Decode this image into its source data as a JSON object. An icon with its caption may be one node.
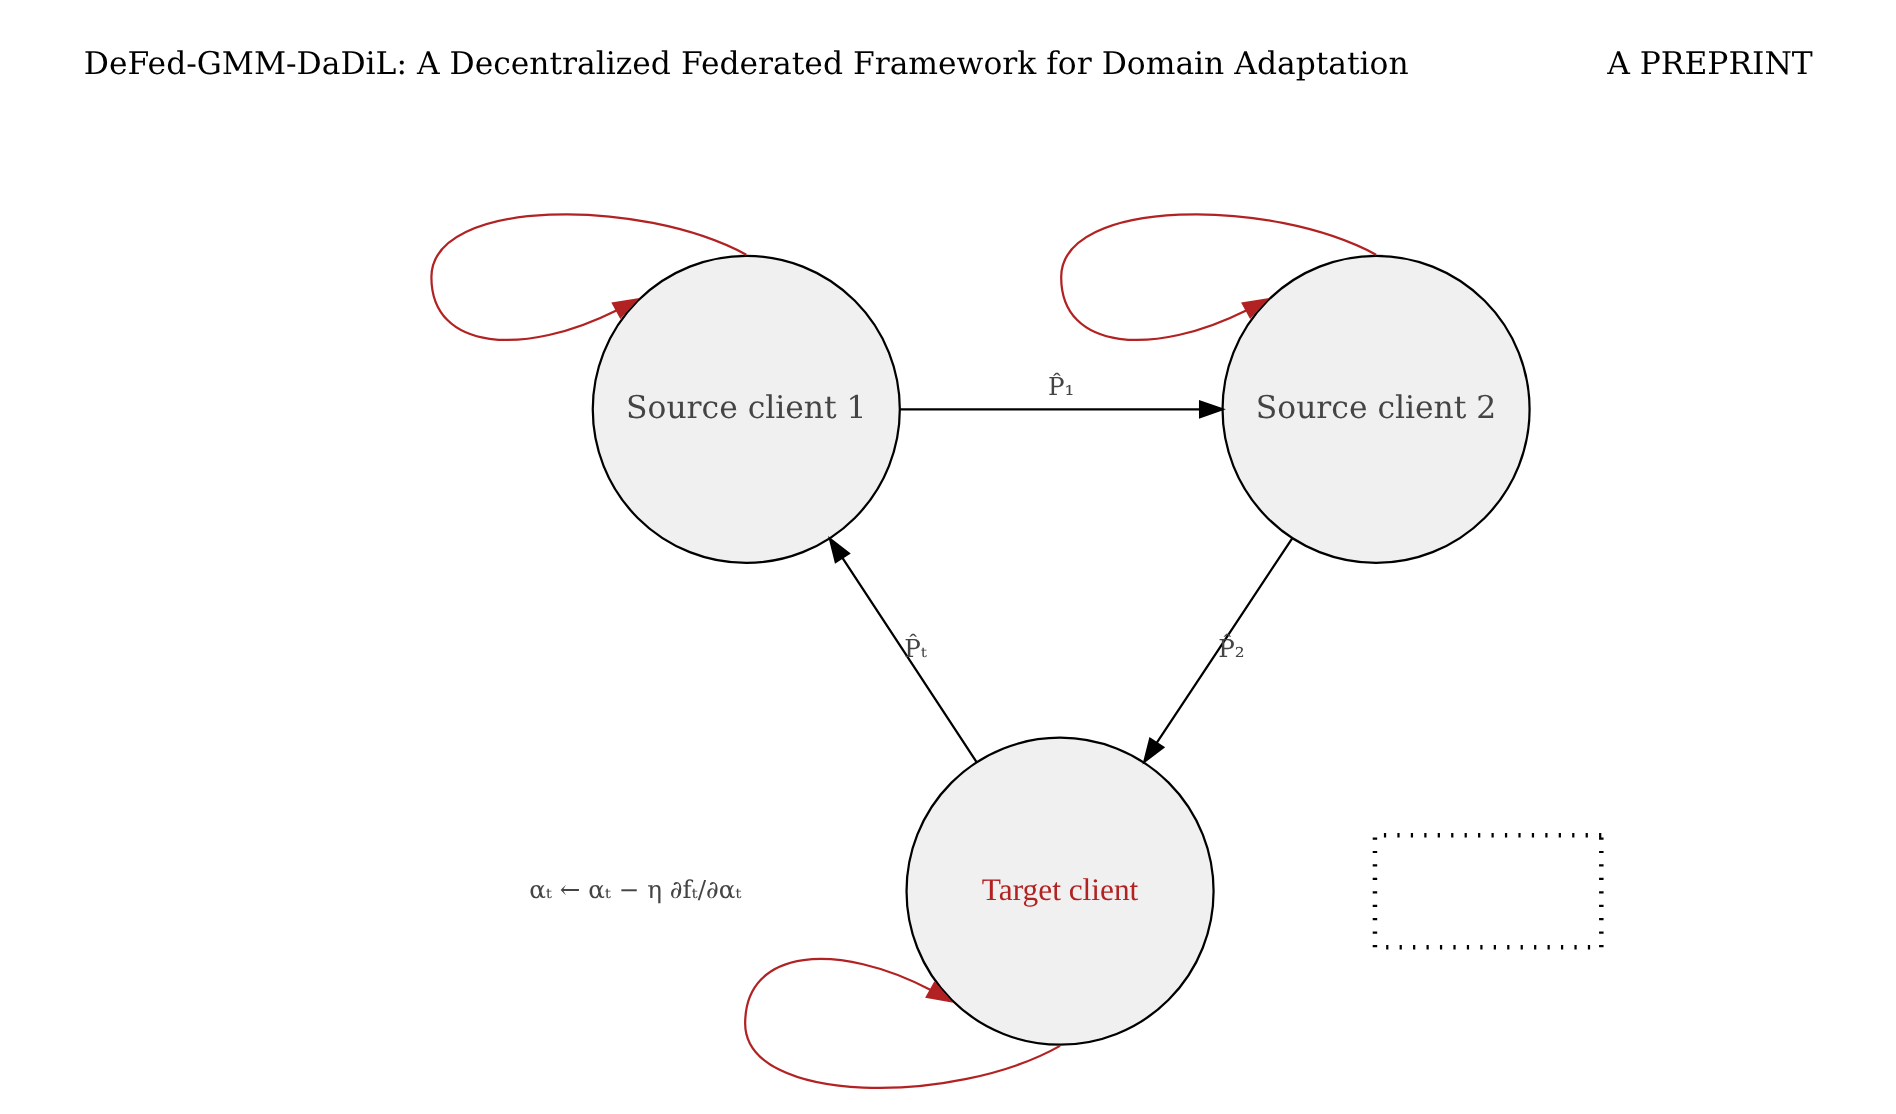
{
  "diagram": {
    "nodes": [
      {
        "text": [
          "Source client 1"
        ]
      },
      {
        "text": [
          "Source client 2"
        ]
      },
      {
        "text": [
          "Target client"
        ]
      },
      {
        "text": [],
        "shape": "box"
      }
    ],
    "edges": [
      {
        "from": 0,
        "to": 0,
        "arrow": "to",
        "color": "#b22222"
      },
      {
        "from": 0,
        "to": 1,
        "arrow": "to",
        "label": "P̂₁",
        "color": "#000000"
      },
      {
        "from": 1,
        "to": 1,
        "arrow": "to",
        "color": "#b22222"
      },
      {
        "from": 1,
        "to": 2,
        "arrow": "to",
        "label": "P̂₂",
        "color": "#000000"
      },
      {
        "from": 2,
        "to": 0,
        "arrow": "to",
        "label": "P̂ₜ",
        "color": "#000000"
      },
      {
        "from": 2,
        "to": 2,
        "arrow": "to",
        "color": "#b22222",
        "label": "αₜ ← αₜ − η ∂fₜ/∂αₜ"
      }
    ],
    "labels": [
      "DeFed-GMM-DaDiL: A Decentralized Federated Framework for Domain Adaptation",
      "A PREPRINT"
    ]
  }
}
